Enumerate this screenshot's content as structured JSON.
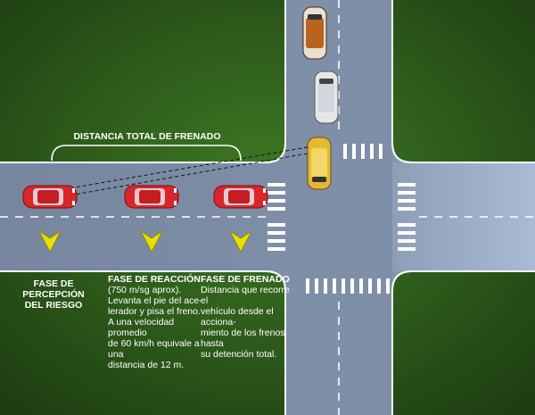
{
  "diagram": {
    "total_title": "DISTANCIA TOTAL DE FRENADO",
    "phases": [
      {
        "title": "FASE DE PERCEPCIÓN\nDEL RIESGO",
        "body": ""
      },
      {
        "title": "FASE DE REACCIÓN",
        "body": "(750 m/sg aprox).\nLevanta el pie del ace-\nlerador y pisa el freno.\nA una velocidad promedio\nde 60 km/h equivale a una\ndistancia de 12 m."
      },
      {
        "title": "FASE DE FRENADO",
        "body": "Distancia que recorre el\nvehículo desde el acciona-\nmiento de los frenos hasta\nsu detención total."
      }
    ],
    "colors": {
      "grass": "#2f5a1c",
      "road": "#7f8fa8",
      "road_light": "#a9bbd4",
      "car_red": "#d8262a",
      "car_orange": "#b8641e",
      "car_white": "#e6e6e6",
      "car_yellow": "#e6b832",
      "arrow": "#e8e000"
    }
  }
}
